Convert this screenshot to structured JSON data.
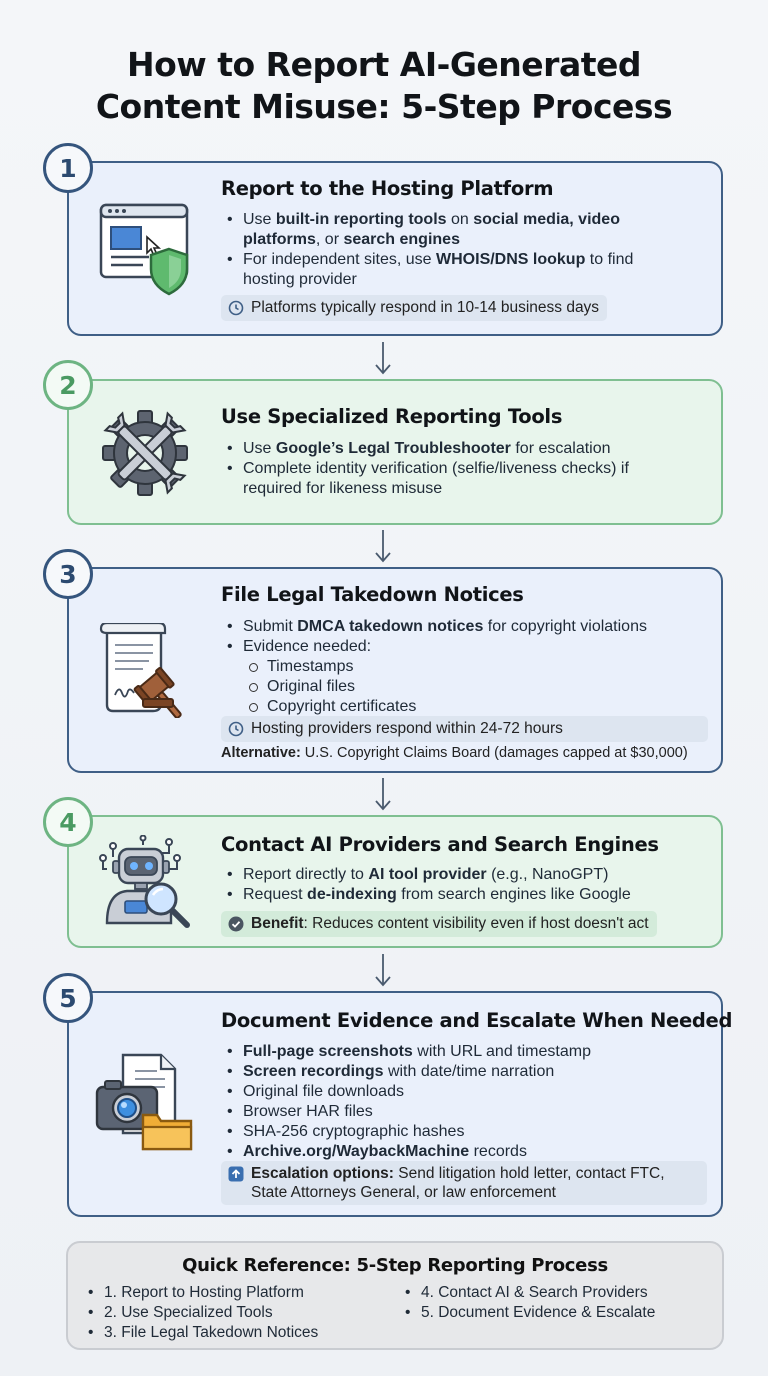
{
  "title": {
    "line1": "How to Report AI-Generated",
    "line2": "Content Misuse: 5-Step Process"
  },
  "colors": {
    "blue_card": "#eaf0fb",
    "green_card": "#e8f5ec",
    "blue_border": "#3f5f86",
    "green_border": "#7fbf91"
  },
  "steps": [
    {
      "number": "1",
      "title": "Report to the Hosting Platform",
      "icon": "browser-shield-icon",
      "bullets": [
        [
          "Use ",
          "built-in reporting tools",
          " on ",
          "social media, video platforms",
          ", or ",
          "search engines",
          ""
        ],
        [
          "For independent sites, use ",
          "WHOIS/DNS lookup",
          " to find hosting provider"
        ]
      ],
      "note": "Platforms typically respond in 10-14 business days"
    },
    {
      "number": "2",
      "title": "Use Specialized Reporting Tools",
      "icon": "gear-wrench-icon",
      "bullets": [
        [
          "Use ",
          "Google’s Legal Troubleshooter",
          " for escalation"
        ],
        [
          "Complete identity verification (selfie/liveness checks) if required for likeness misuse"
        ]
      ]
    },
    {
      "number": "3",
      "title": "File Legal Takedown Notices",
      "icon": "document-gavel-icon",
      "bullets": [
        [
          "Submit ",
          "DMCA takedown notices",
          " for copyright violations"
        ],
        [
          "Evidence needed:"
        ]
      ],
      "sub_bullets": [
        "Timestamps",
        "Original files",
        "Copyright certificates"
      ],
      "note": "Hosting providers respond within 24-72 hours",
      "alt_label": "Alternative:",
      "alt_text": " U.S. Copyright Claims Board (damages capped at $30,000)"
    },
    {
      "number": "4",
      "title": "Contact AI Providers and Search Engines",
      "icon": "robot-magnifier-icon",
      "bullets": [
        [
          "Report directly to ",
          "AI tool provider",
          " (e.g., NanoGPT)"
        ],
        [
          "Request ",
          "de-indexing",
          " from search engines like Google"
        ]
      ],
      "note_label": "Benefit",
      "note": ": Reduces content visibility even if host doesn't act"
    },
    {
      "number": "5",
      "title": "Document Evidence and Escalate When Needed",
      "icon": "camera-folder-icon",
      "bullets": [
        [
          "",
          "Full-page screenshots",
          " with URL and timestamp"
        ],
        [
          "",
          "Screen recordings",
          " with date/time narration"
        ],
        [
          "Original file downloads"
        ],
        [
          "Browser HAR files"
        ],
        [
          "SHA-256 cryptographic hashes"
        ],
        [
          "",
          "Archive.org/WaybackMachine",
          " records"
        ]
      ],
      "note_label": "Escalation options:",
      "note_line1": " Send litigation hold letter, contact FTC,",
      "note_line2": "State Attorneys General, or law enforcement"
    }
  ],
  "reference": {
    "title": "Quick Reference: 5-Step Reporting Process",
    "col1": [
      "1. Report to Hosting Platform",
      "2. Use Specialized Tools",
      "3. File Legal Takedown Notices"
    ],
    "col2": [
      "4. Contact AI & Search Providers",
      "5. Document Evidence & Escalate"
    ]
  }
}
